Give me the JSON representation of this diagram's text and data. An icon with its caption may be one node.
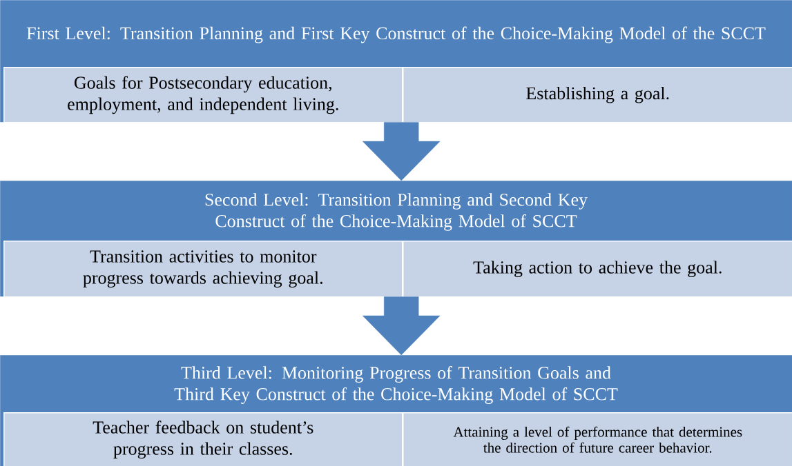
{
  "diagram": {
    "nodes": [
      {
        "text": [
          "First Level: Transition Planning and First Key Construct of the Choice-Making Model of the SCCT"
        ]
      },
      {
        "text": [
          "Goals for Postsecondary education, employment, and independent living."
        ],
        "in": 0
      },
      {
        "text": [
          "Establishing a goal."
        ],
        "in": 0
      },
      {
        "text": [
          "Second Level: Transition Planning and Second Key Construct of the Choice-Making Model of SCCT"
        ]
      },
      {
        "text": [
          "Transition activities to monitor progress towards achieving goal."
        ],
        "in": 3
      },
      {
        "text": [
          "Taking action to achieve the goal."
        ],
        "in": 3
      },
      {
        "text": [
          "Third Level: Monitoring Progress of Transition Goals and Third Key Construct of the Choice-Making Model of SCCT"
        ]
      },
      {
        "text": [
          "Teacher feedback on student’s progress in their classes."
        ],
        "in": 6
      },
      {
        "text": [
          "Attaining a level of performance that determines the direction of future career behavior."
        ],
        "in": 6
      }
    ],
    "edges": [
      {
        "from": 0,
        "to": 3,
        "arrow": "to"
      },
      {
        "from": 3,
        "to": 6,
        "arrow": "to"
      }
    ]
  }
}
